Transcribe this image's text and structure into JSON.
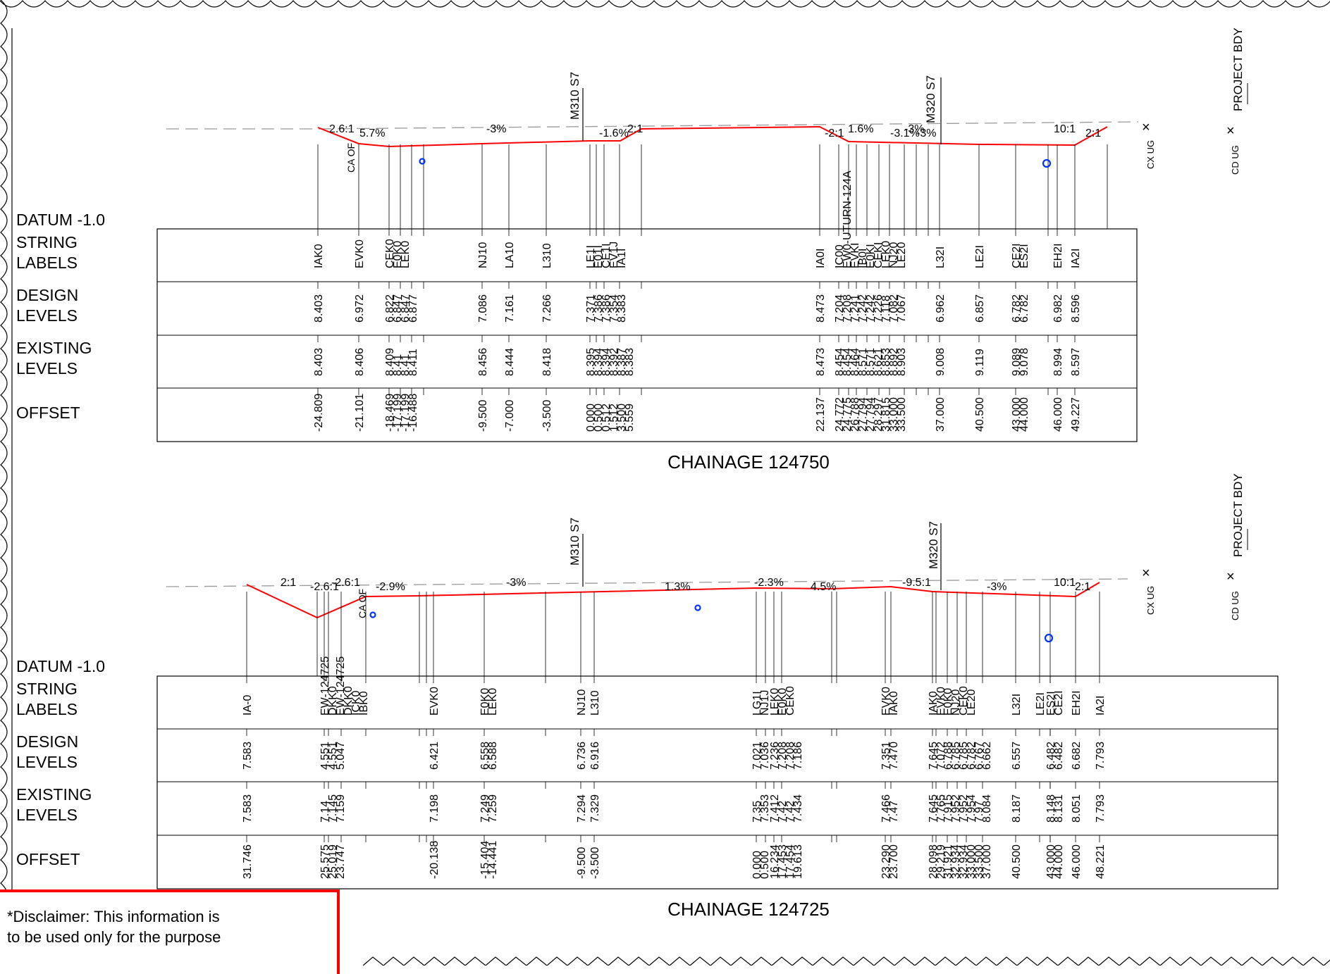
{
  "colors": {
    "design": "#ff0000",
    "existing": "#999999",
    "pipe": "#0033ff",
    "cd_ug": "#22cc22",
    "cx_ug": "#999999",
    "line": "#000000"
  },
  "row_labels": [
    [
      "DATUM -1.0"
    ],
    [
      "STRING",
      "LABELS"
    ],
    [
      "DESIGN",
      "LEVELS"
    ],
    [
      "EXISTING",
      "LEVELS"
    ],
    [
      "OFFSET"
    ]
  ],
  "sections": [
    {
      "chainage": "CHAINAGE 124750",
      "annotations": {
        "m310": "M310 S7",
        "m320": "M320 S7",
        "project_bdy": "PROJECT BDY",
        "ca_of": "CA OF",
        "cx_ug": "CX UG",
        "cd_ug": "CD UG",
        "extra_label": "EW0-UTURN-124A",
        "slopes": [
          "2.6:1",
          "5.7%",
          "-3%",
          "-1.6%",
          "2:1",
          "-2:1",
          "1.6%",
          "-3.1%",
          "-3%",
          "-3%",
          "10:1",
          "2:1"
        ]
      },
      "columns": [
        {
          "labels": [
            "IAK0"
          ],
          "design": [
            "8.403"
          ],
          "existing": [
            "8.403"
          ],
          "offsets": [
            "-24.809"
          ]
        },
        {
          "labels": [
            "EVK0"
          ],
          "design": [
            "6.972"
          ],
          "existing": [
            "8.406"
          ],
          "offsets": [
            "-21.101"
          ]
        },
        {
          "labels": [
            "CEK0",
            "E0K0",
            "LEK0"
          ],
          "design": [
            "6.822",
            "6.847",
            "6.847",
            "6.877"
          ],
          "existing": [
            "8.409",
            "8.41",
            "8.41",
            "8.411"
          ],
          "offsets": [
            "-18.469",
            "-17.199",
            "-17.199",
            "-16.488"
          ]
        },
        {
          "labels": [
            "NJ10"
          ],
          "design": [
            "7.086"
          ],
          "existing": [
            "8.456"
          ],
          "offsets": [
            "-9.500"
          ]
        },
        {
          "labels": [
            "LA10"
          ],
          "design": [
            "7.161"
          ],
          "existing": [
            "8.444"
          ],
          "offsets": [
            "-7.000"
          ]
        },
        {
          "labels": [
            "L310"
          ],
          "design": [
            "7.266"
          ],
          "existing": [
            "8.418"
          ],
          "offsets": [
            "-3.500"
          ]
        },
        {
          "labels": [
            "LE1I",
            "E01I",
            "CE1I",
            "EV1J",
            "IA1I"
          ],
          "design": [
            "7.371",
            "7.386",
            "7.386",
            "7.354",
            "8.383"
          ],
          "existing": [
            "8.395",
            "8.394",
            "8.394",
            "8.392",
            "8.387",
            "8.383"
          ],
          "offsets": [
            "0.000",
            "0.500",
            "0.512",
            "1.512",
            "3.500",
            "5.559"
          ]
        },
        {
          "labels": [
            "IA0I"
          ],
          "design": [
            "8.473"
          ],
          "existing": [
            "8.473"
          ],
          "offsets": [
            "22.137"
          ]
        },
        {
          "labels": [
            "IC00",
            "EW0-UTURN-124A",
            "EVKI",
            "IB0I",
            "E0KI",
            "CEKI",
            "LEK0",
            "NJ20",
            "LE20"
          ],
          "design": [
            "7.204",
            "7.208",
            "7.241",
            "7.242",
            "7.242",
            "7.226",
            "7.118",
            "7.082",
            "7.067"
          ],
          "existing": [
            "8.454",
            "8.454",
            "8.464",
            "8.571",
            "8.571",
            "8.621",
            "8.853",
            "8.892",
            "8.903"
          ],
          "offsets": [
            "24.772",
            "24.775",
            "26.788",
            "27.794",
            "27.794",
            "28.297",
            "31.815",
            "33.000",
            "33.500"
          ]
        },
        {
          "labels": [
            "L32I"
          ],
          "design": [
            "6.962"
          ],
          "existing": [
            "9.008"
          ],
          "offsets": [
            "37.000"
          ]
        },
        {
          "labels": [
            "LE2I"
          ],
          "design": [
            "6.857"
          ],
          "existing": [
            "9.119"
          ],
          "offsets": [
            "40.500"
          ]
        },
        {
          "labels": [
            "CE2I",
            "ES2I"
          ],
          "design": [
            "6.782",
            "6.782"
          ],
          "existing": [
            "9.089",
            "9.078"
          ],
          "offsets": [
            "43.000",
            "44.000"
          ]
        },
        {
          "labels": [
            "EH2I"
          ],
          "design": [
            "6.982"
          ],
          "existing": [
            "8.994"
          ],
          "offsets": [
            "46.000"
          ]
        },
        {
          "labels": [
            "IA2I"
          ],
          "design": [
            "8.596"
          ],
          "existing": [
            "8.597"
          ],
          "offsets": [
            "49.227"
          ]
        }
      ]
    },
    {
      "chainage": "CHAINAGE 124725",
      "annotations": {
        "m310": "M310 S7",
        "m320": "M320 S7",
        "project_bdy": "PROJECT BDY",
        "ca_of": "CA OF",
        "cx_ug": "CX UG",
        "cd_ug": "CD UG",
        "extra_label": "",
        "slopes": [
          "2:1",
          "-2.6:1",
          "-2.6:1",
          "-2.9%",
          "-3%",
          "1.3%",
          "-2.3%",
          "4.5%",
          "-9.5:1",
          "-3%",
          "10:1",
          "2:1"
        ]
      },
      "columns": [
        {
          "labels": [
            "IA-0"
          ],
          "design": [
            "7.583"
          ],
          "existing": [
            "7.583"
          ],
          "offsets": [
            "31.746"
          ]
        },
        {
          "labels": [
            "EW-124725",
            "DKK0",
            "EW-124725",
            "DKK0",
            "ICK0",
            "IBK0"
          ],
          "design": [
            "4.551",
            "4.551",
            "5.047"
          ],
          "existing": [
            "7.14",
            "7.145",
            "7.159"
          ],
          "offsets": [
            "25.575",
            "25.019",
            "23.747"
          ]
        },
        {
          "labels": [
            "EVK0"
          ],
          "design": [
            "6.421"
          ],
          "existing": [
            "7.198"
          ],
          "offsets": [
            "-20.138"
          ]
        },
        {
          "labels": [
            "E0K0",
            "LEK0"
          ],
          "design": [
            "6.558",
            "6.588"
          ],
          "existing": [
            "7.249",
            "7.259"
          ],
          "offsets": [
            "-15.404",
            "-14.441"
          ]
        },
        {
          "labels": [
            "NJ10"
          ],
          "design": [
            "6.736"
          ],
          "existing": [
            "7.294"
          ],
          "offsets": [
            "-9.500"
          ]
        },
        {
          "labels": [
            "L310"
          ],
          "design": [
            "6.916"
          ],
          "existing": [
            "7.329"
          ],
          "offsets": [
            "-3.500"
          ]
        },
        {
          "labels": [
            "LG1I",
            "NJ1J"
          ],
          "design": [
            "7.021",
            "7.036"
          ],
          "existing": [
            "7.35",
            "7.353"
          ],
          "offsets": [
            "0.000",
            "0.500"
          ]
        },
        {
          "labels": [
            "LEK0",
            "E0K0",
            "CEK0"
          ],
          "design": [
            "7.236",
            "7.208",
            "7.208",
            "7.186"
          ],
          "existing": [
            "7.412",
            "7.42",
            "7.42",
            "7.434"
          ],
          "offsets": [
            "16.234",
            "17.453",
            "17.454",
            "19.613"
          ]
        },
        {
          "labels": [
            "EVK0",
            "IAK0"
          ],
          "design": [
            "7.351",
            "7.470"
          ],
          "existing": [
            "7.466",
            "7.47"
          ],
          "offsets": [
            "23.290",
            "23.700"
          ]
        },
        {
          "labels": [
            "IAK0",
            "EVK0"
          ],
          "design": [
            "7.645",
            "7.072"
          ],
          "existing": [
            "7.645",
            "7.765"
          ],
          "offsets": [
            "28.098",
            "29.219"
          ]
        },
        {
          "labels": [
            "E0K0",
            "NJ20",
            "CEK0",
            "LE20"
          ],
          "design": [
            "6.788",
            "6.785",
            "6.785",
            "6.782",
            "6.767",
            "6.662"
          ],
          "existing": [
            "7.915",
            "7.952",
            "7.952",
            "7.954",
            "7.97",
            "8.084"
          ],
          "offsets": [
            "31.921",
            "32.934",
            "32.934",
            "33.000",
            "33.500",
            "37.000"
          ]
        },
        {
          "labels": [
            "L32I"
          ],
          "design": [
            "6.557"
          ],
          "existing": [
            "8.187"
          ],
          "offsets": [
            "40.500"
          ]
        },
        {
          "labels": [
            "LE2I"
          ],
          "design": [],
          "existing": [],
          "offsets": []
        },
        {
          "labels": [
            "ES2I",
            "CE2I"
          ],
          "design": [
            "6.482",
            "6.482"
          ],
          "existing": [
            "8.148",
            "8.131"
          ],
          "offsets": [
            "43.000",
            "44.000"
          ]
        },
        {
          "labels": [
            "EH2I"
          ],
          "design": [
            "6.682"
          ],
          "existing": [
            "8.051"
          ],
          "offsets": [
            "46.000"
          ]
        },
        {
          "labels": [
            "IA2I"
          ],
          "design": [
            "7.793"
          ],
          "existing": [
            "7.793"
          ],
          "offsets": [
            "48.221"
          ]
        }
      ]
    }
  ],
  "disclaimer": {
    "lines": [
      "*Disclaimer: This information is",
      "to be used only for the purpose"
    ]
  }
}
